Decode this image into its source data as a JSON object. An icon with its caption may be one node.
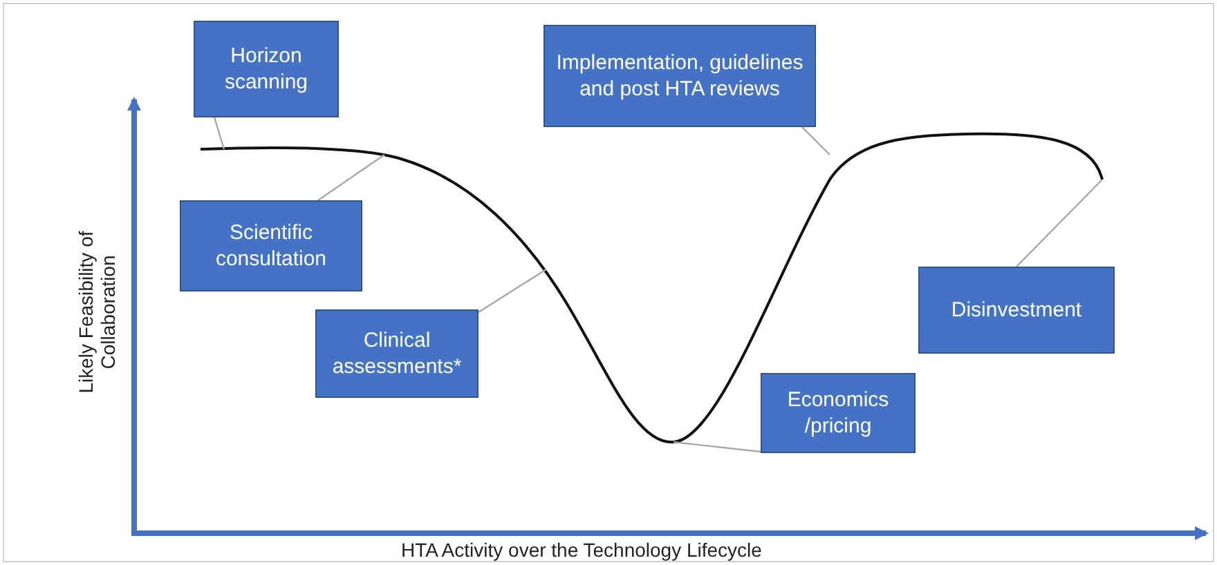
{
  "diagram": {
    "nodes": [
      {
        "text": [
          "Horizon scanning"
        ]
      },
      {
        "text": [
          "Scientific consultation"
        ]
      },
      {
        "text": [
          "Clinical assessments*"
        ]
      },
      {
        "text": [
          "Implementation, guidelines and post HTA reviews"
        ]
      },
      {
        "text": [
          "Economics /pricing"
        ]
      },
      {
        "text": [
          "Disinvestment"
        ]
      }
    ],
    "edges": [
      {
        "from": 0,
        "to": null,
        "arrow": "none"
      },
      {
        "from": 1,
        "to": null,
        "arrow": "none"
      },
      {
        "from": 2,
        "to": null,
        "arrow": "none"
      },
      {
        "from": 3,
        "to": null,
        "arrow": "none"
      },
      {
        "from": 4,
        "to": null,
        "arrow": "none"
      },
      {
        "from": 5,
        "to": null,
        "arrow": "none"
      }
    ],
    "labels": [
      "Likely Feasibility of Collaboration",
      "HTA Activity over the Technology Lifecycle"
    ]
  }
}
